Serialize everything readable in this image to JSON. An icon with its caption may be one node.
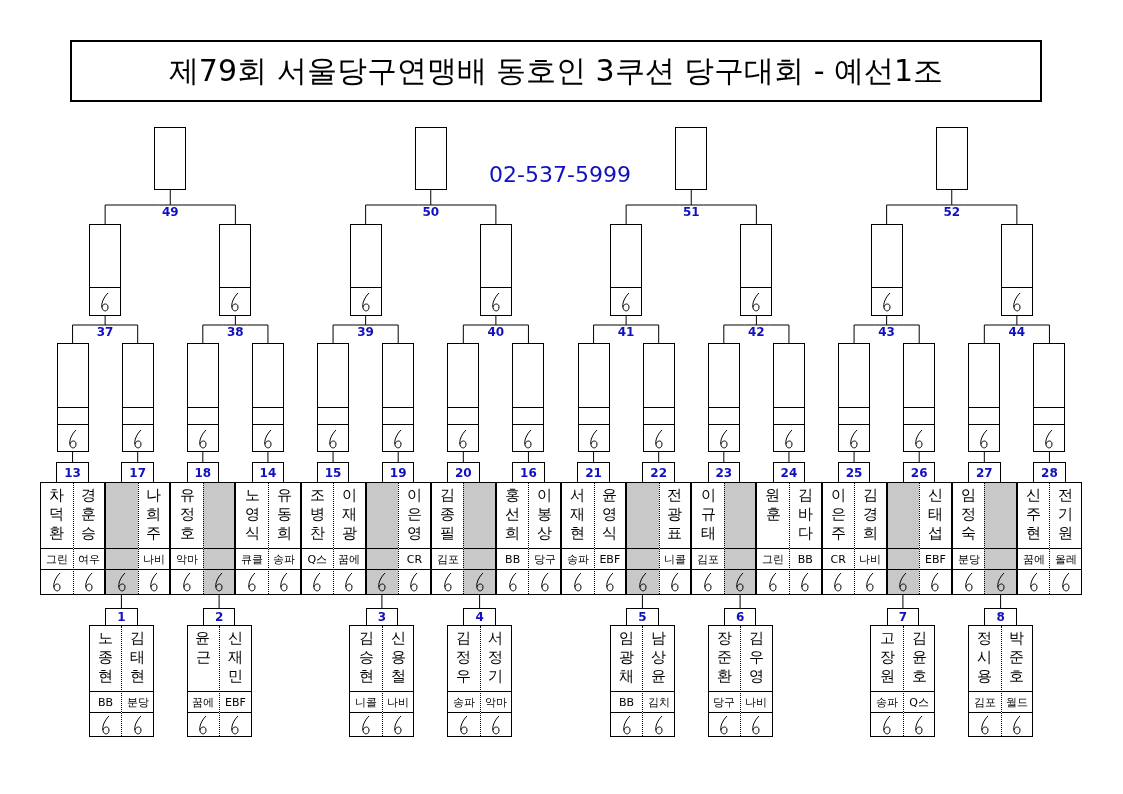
{
  "diagram": {
    "title": "제79회 서울당구연맹배 동호인 3쿠션 당구대회 - 예선1조",
    "nodes": [
      {
        "text": [],
        "shape": "box"
      },
      {
        "text": [],
        "shape": "box"
      },
      {
        "text": [],
        "shape": "box"
      },
      {
        "text": [],
        "shape": "box"
      },
      {
        "text": [
          "49"
        ]
      },
      {
        "text": [
          "50"
        ]
      },
      {
        "text": [
          "51"
        ]
      },
      {
        "text": [
          "52"
        ]
      },
      {
        "text": [],
        "shape": "box"
      },
      {
        "text": [],
        "shape": "box"
      },
      {
        "text": [],
        "shape": "box"
      },
      {
        "text": [],
        "shape": "box"
      },
      {
        "text": [],
        "shape": "box"
      },
      {
        "text": [],
        "shape": "box"
      },
      {
        "text": [],
        "shape": "box"
      },
      {
        "text": [],
        "shape": "box"
      },
      {
        "text": [
          "37"
        ]
      },
      {
        "text": [
          "38"
        ]
      },
      {
        "text": [
          "39"
        ]
      },
      {
        "text": [
          "40"
        ]
      },
      {
        "text": [
          "41"
        ]
      },
      {
        "text": [
          "42"
        ]
      },
      {
        "text": [
          "43"
        ]
      },
      {
        "text": [
          "44"
        ]
      },
      {
        "text": [],
        "shape": "box"
      },
      {
        "text": [],
        "shape": "box"
      },
      {
        "text": [],
        "shape": "box"
      },
      {
        "text": [],
        "shape": "box"
      },
      {
        "text": [],
        "shape": "box"
      },
      {
        "text": [],
        "shape": "box"
      },
      {
        "text": [],
        "shape": "box"
      },
      {
        "text": [],
        "shape": "box"
      },
      {
        "text": [],
        "shape": "box"
      },
      {
        "text": [],
        "shape": "box"
      },
      {
        "text": [],
        "shape": "box"
      },
      {
        "text": [],
        "shape": "box"
      },
      {
        "text": [],
        "shape": "box"
      },
      {
        "text": [],
        "shape": "box"
      },
      {
        "text": [],
        "shape": "box"
      },
      {
        "text": [],
        "shape": "box"
      },
      {
        "text": [
          "13"
        ]
      },
      {
        "text": [
          "17"
        ]
      },
      {
        "text": [
          "18"
        ]
      },
      {
        "text": [
          "14"
        ]
      },
      {
        "text": [
          "15"
        ]
      },
      {
        "text": [
          "19"
        ]
      },
      {
        "text": [
          "20"
        ]
      },
      {
        "text": [
          "16"
        ]
      },
      {
        "text": [
          "21"
        ]
      },
      {
        "text": [
          "22"
        ]
      },
      {
        "text": [
          "23"
        ]
      },
      {
        "text": [
          "24"
        ]
      },
      {
        "text": [
          "25"
        ]
      },
      {
        "text": [
          "26"
        ]
      },
      {
        "text": [
          "27"
        ]
      },
      {
        "text": [
          "28"
        ]
      },
      {
        "text": [
          "차덕환",
          "그린"
        ],
        "in": 40
      },
      {
        "text": [
          "경훈승",
          "여우"
        ],
        "in": 40
      },
      {
        "text": [],
        "shape": "box",
        "in": 41
      },
      {
        "text": [
          "나희주",
          "나비"
        ],
        "in": 41
      },
      {
        "text": [
          "유정호",
          "악마"
        ],
        "in": 42
      },
      {
        "text": [],
        "shape": "box",
        "in": 42
      },
      {
        "text": [
          "노영식",
          "큐클"
        ],
        "in": 43
      },
      {
        "text": [
          "유동희",
          "송파"
        ],
        "in": 43
      },
      {
        "text": [
          "조병찬",
          "Q스"
        ],
        "in": 44
      },
      {
        "text": [
          "이재광",
          "꿈에"
        ],
        "in": 44
      },
      {
        "text": [],
        "shape": "box",
        "in": 45
      },
      {
        "text": [
          "이은영",
          "CR"
        ],
        "in": 45
      },
      {
        "text": [
          "김종필",
          "김포"
        ],
        "in": 46
      },
      {
        "text": [],
        "shape": "box",
        "in": 46
      },
      {
        "text": [
          "홍선희",
          "BB"
        ],
        "in": 47
      },
      {
        "text": [
          "이봉상",
          "당구"
        ],
        "in": 47
      },
      {
        "text": [
          "서재현",
          "송파"
        ],
        "in": 48
      },
      {
        "text": [
          "윤영식",
          "EBF"
        ],
        "in": 48
      },
      {
        "text": [],
        "shape": "box",
        "in": 49
      },
      {
        "text": [
          "전광표",
          "니콜"
        ],
        "in": 49
      },
      {
        "text": [
          "이규태",
          "김포"
        ],
        "in": 50
      },
      {
        "text": [],
        "shape": "box",
        "in": 50
      },
      {
        "text": [
          "원 훈",
          "그린"
        ],
        "in": 51
      },
      {
        "text": [
          "김바다",
          "BB"
        ],
        "in": 51
      },
      {
        "text": [
          "이은주",
          "CR"
        ],
        "in": 52
      },
      {
        "text": [
          "김경희",
          "나비"
        ],
        "in": 52
      },
      {
        "text": [],
        "shape": "box",
        "in": 53
      },
      {
        "text": [
          "신태섭",
          "EBF"
        ],
        "in": 53
      },
      {
        "text": [
          "임정숙",
          "분당"
        ],
        "in": 54
      },
      {
        "text": [],
        "shape": "box",
        "in": 54
      },
      {
        "text": [
          "신주현",
          "꿈에"
        ],
        "in": 55
      },
      {
        "text": [
          "전기원",
          "올레"
        ],
        "in": 55
      },
      {
        "text": [
          "1"
        ]
      },
      {
        "text": [
          "2"
        ]
      },
      {
        "text": [
          "3"
        ]
      },
      {
        "text": [
          "4"
        ]
      },
      {
        "text": [
          "5"
        ]
      },
      {
        "text": [
          "6"
        ]
      },
      {
        "text": [
          "7"
        ]
      },
      {
        "text": [
          "8"
        ]
      },
      {
        "text": [
          "노종현",
          "BB"
        ],
        "in": 88
      },
      {
        "text": [
          "김태현",
          "분당"
        ],
        "in": 88
      },
      {
        "text": [
          "윤 근",
          "꿈에"
        ],
        "in": 89
      },
      {
        "text": [
          "신재민",
          "EBF"
        ],
        "in": 89
      },
      {
        "text": [
          "김승현",
          "니콜"
        ],
        "in": 90
      },
      {
        "text": [
          "신용철",
          "나비"
        ],
        "in": 90
      },
      {
        "text": [
          "김정우",
          "송파"
        ],
        "in": 91
      },
      {
        "text": [
          "서정기",
          "악마"
        ],
        "in": 91
      },
      {
        "text": [
          "임광채",
          "BB"
        ],
        "in": 92
      },
      {
        "text": [
          "남상윤",
          "김치"
        ],
        "in": 92
      },
      {
        "text": [
          "장준환",
          "당구"
        ],
        "in": 93
      },
      {
        "text": [
          "김우영",
          "나비"
        ],
        "in": 93
      },
      {
        "text": [
          "고장원",
          "송파"
        ],
        "in": 94
      },
      {
        "text": [
          "김윤호",
          "Q스"
        ],
        "in": 94
      },
      {
        "text": [
          "정시용",
          "김포"
        ],
        "in": 95
      },
      {
        "text": [
          "박준호",
          "월드"
        ],
        "in": 95
      }
    ],
    "edges": [
      {
        "from": 8,
        "to": 4,
        "arrow": "none"
      },
      {
        "from": 9,
        "to": 4,
        "arrow": "none"
      },
      {
        "from": 4,
        "to": 0,
        "arrow": "none"
      },
      {
        "from": 10,
        "to": 5,
        "arrow": "none"
      },
      {
        "from": 11,
        "to": 5,
        "arrow": "none"
      },
      {
        "from": 5,
        "to": 1,
        "arrow": "none"
      },
      {
        "from": 12,
        "to": 6,
        "arrow": "none"
      },
      {
        "from": 13,
        "to": 6,
        "arrow": "none"
      },
      {
        "from": 6,
        "to": 2,
        "arrow": "none"
      },
      {
        "from": 14,
        "to": 7,
        "arrow": "none"
      },
      {
        "from": 15,
        "to": 7,
        "arrow": "none"
      },
      {
        "from": 7,
        "to": 3,
        "arrow": "none"
      },
      {
        "from": 24,
        "to": 16,
        "arrow": "none"
      },
      {
        "from": 25,
        "to": 16,
        "arrow": "none"
      },
      {
        "from": 16,
        "to": 8,
        "arrow": "none"
      },
      {
        "from": 26,
        "to": 17,
        "arrow": "none"
      },
      {
        "from": 27,
        "to": 17,
        "arrow": "none"
      },
      {
        "from": 17,
        "to": 9,
        "arrow": "none"
      },
      {
        "from": 28,
        "to": 18,
        "arrow": "none"
      },
      {
        "from": 29,
        "to": 18,
        "arrow": "none"
      },
      {
        "from": 18,
        "to": 10,
        "arrow": "none"
      },
      {
        "from": 30,
        "to": 19,
        "arrow": "none"
      },
      {
        "from": 31,
        "to": 19,
        "arrow": "none"
      },
      {
        "from": 19,
        "to": 11,
        "arrow": "none"
      },
      {
        "from": 32,
        "to": 20,
        "arrow": "none"
      },
      {
        "from": 33,
        "to": 20,
        "arrow": "none"
      },
      {
        "from": 20,
        "to": 12,
        "arrow": "none"
      },
      {
        "from": 34,
        "to": 21,
        "arrow": "none"
      },
      {
        "from": 35,
        "to": 21,
        "arrow": "none"
      },
      {
        "from": 21,
        "to": 13,
        "arrow": "none"
      },
      {
        "from": 36,
        "to": 22,
        "arrow": "none"
      },
      {
        "from": 37,
        "to": 22,
        "arrow": "none"
      },
      {
        "from": 22,
        "to": 14,
        "arrow": "none"
      },
      {
        "from": 38,
        "to": 23,
        "arrow": "none"
      },
      {
        "from": 39,
        "to": 23,
        "arrow": "none"
      },
      {
        "from": 23,
        "to": 15,
        "arrow": "none"
      },
      {
        "from": 40,
        "to": 24,
        "arrow": "none"
      },
      {
        "from": 41,
        "to": 25,
        "arrow": "none"
      },
      {
        "from": 42,
        "to": 26,
        "arrow": "none"
      },
      {
        "from": 43,
        "to": 27,
        "arrow": "none"
      },
      {
        "from": 44,
        "to": 28,
        "arrow": "none"
      },
      {
        "from": 45,
        "to": 29,
        "arrow": "none"
      },
      {
        "from": 46,
        "to": 30,
        "arrow": "none"
      },
      {
        "from": 47,
        "to": 31,
        "arrow": "none"
      },
      {
        "from": 48,
        "to": 32,
        "arrow": "none"
      },
      {
        "from": 49,
        "to": 33,
        "arrow": "none"
      },
      {
        "from": 50,
        "to": 34,
        "arrow": "none"
      },
      {
        "from": 51,
        "to": 35,
        "arrow": "none"
      },
      {
        "from": 52,
        "to": 36,
        "arrow": "none"
      },
      {
        "from": 53,
        "to": 37,
        "arrow": "none"
      },
      {
        "from": 54,
        "to": 38,
        "arrow": "none"
      },
      {
        "from": 55,
        "to": 39,
        "arrow": "none"
      },
      {
        "from": 88,
        "to": 58,
        "arrow": "none"
      },
      {
        "from": 89,
        "to": 61,
        "arrow": "none"
      },
      {
        "from": 90,
        "to": 66,
        "arrow": "none"
      },
      {
        "from": 91,
        "to": 69,
        "arrow": "none"
      },
      {
        "from": 92,
        "to": 74,
        "arrow": "none"
      },
      {
        "from": 93,
        "to": 77,
        "arrow": "none"
      },
      {
        "from": 94,
        "to": 82,
        "arrow": "none"
      },
      {
        "from": 95,
        "to": 85,
        "arrow": "none"
      }
    ],
    "labels": [
      "02-537-5999"
    ]
  }
}
